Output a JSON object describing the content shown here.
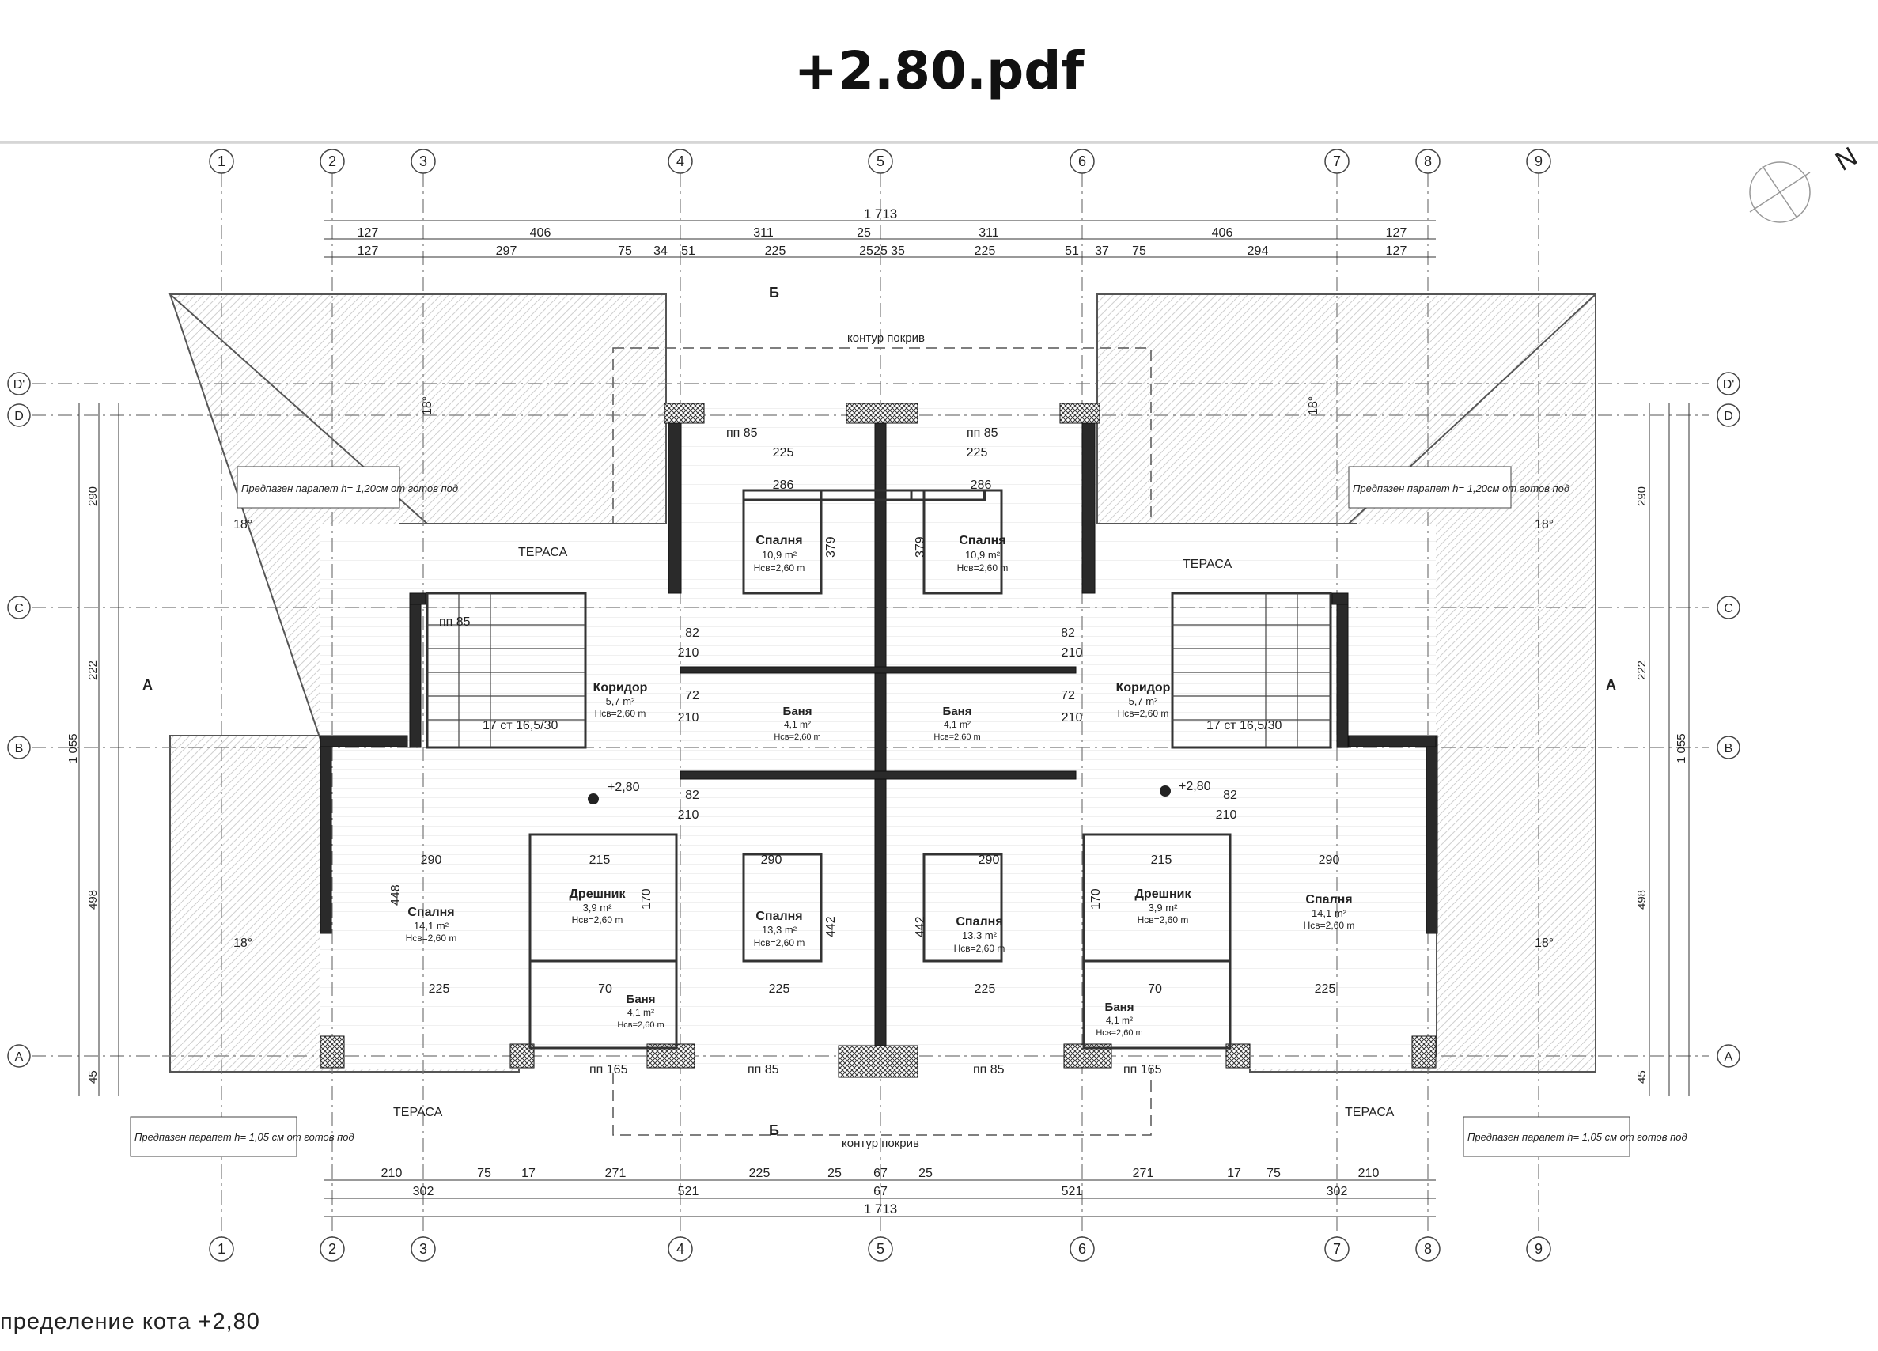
{
  "viewer": {
    "title": "+2.80.pdf"
  },
  "plan": {
    "caption": "пределение кота +2,80",
    "grid_columns": [
      "1",
      "2",
      "3",
      "4",
      "5",
      "6",
      "7",
      "8",
      "9"
    ],
    "grid_rows": [
      "D'",
      "D",
      "C",
      "B",
      "A"
    ],
    "overall_width": "1 713",
    "top_chain_1": [
      "127",
      "406",
      "311",
      "25",
      "311",
      "406",
      "127"
    ],
    "top_chain_2": [
      "127",
      "297",
      "75",
      "34",
      "51",
      "225",
      "25",
      "25",
      "35",
      "225",
      "51",
      "37",
      "75",
      "294",
      "127"
    ],
    "bottom_chain_1": [
      "210",
      "75",
      "17",
      "271",
      "225",
      "25",
      "67",
      "25",
      "271",
      "17",
      "75",
      "210"
    ],
    "bottom_chain_2": [
      "302",
      "521",
      "67",
      "521",
      "302"
    ],
    "left_vertical": [
      "290",
      "222",
      "498",
      "45"
    ],
    "overall_height": "1 055",
    "section_labels": {
      "a": "A",
      "b": "Б"
    },
    "roof_outline": "контур покрив",
    "roof_slope": "18°",
    "level_mark": "+2,80",
    "parapet_upper": "Предпазен парапет h= 1,20см от готов под",
    "parapet_lower": "Предпазен парапет h= 1,05 см от готов под",
    "rooms": [
      {
        "name": "Спалня",
        "area": "10,9 m²",
        "height": "Нсв=2,60 m"
      },
      {
        "name": "Спалня",
        "area": "10,9 m²",
        "height": "Нсв=2,60 m"
      },
      {
        "name": "Коридор",
        "area": "5,7 m²",
        "height": "Нсв=2,60 m"
      },
      {
        "name": "Коридор",
        "area": "5,7 m²",
        "height": "Нсв=2,60 m"
      },
      {
        "name": "Баня",
        "area": "4,1 m²",
        "height": "Нсв=2,60 m"
      },
      {
        "name": "Баня",
        "area": "4,1 m²",
        "height": "Нсв=2,60 m"
      },
      {
        "name": "Дрешник",
        "area": "3,9 m²",
        "height": "Нсв=2,60 m"
      },
      {
        "name": "Дрешник",
        "area": "3,9 m²",
        "height": "Нсв=2,60 m"
      },
      {
        "name": "Спалня",
        "area": "14,1 m²",
        "height": "Нсв=2,60 m"
      },
      {
        "name": "Спалня",
        "area": "14,1 m²",
        "height": "Нсв=2,60 m"
      },
      {
        "name": "Спалня",
        "area": "13,3 m²",
        "height": "Нсв=2,60 m"
      },
      {
        "name": "Спалня",
        "area": "13,3 m²",
        "height": "Нсв=2,60 m"
      },
      {
        "name": "Баня",
        "area": "4,1 m²",
        "height": "Нсв=2,60 m"
      },
      {
        "name": "Баня",
        "area": "4,1 m²",
        "height": "Нсв=2,60 m"
      }
    ],
    "terraces": [
      "ТЕРАСА",
      "ТЕРАСА",
      "ТЕРАСА",
      "ТЕРАСА"
    ],
    "stairs": "17 ст 16,5/30",
    "sill_labels": [
      "пп 85",
      "пп 85",
      "пп 85",
      "пп 85",
      "пп 85",
      "пп 165",
      "пп 165"
    ],
    "door_sizes": [
      "82",
      "210",
      "72",
      "210",
      "82",
      "210"
    ],
    "wall_dims": [
      "225",
      "286",
      "379",
      "290",
      "215",
      "448",
      "442",
      "170",
      "225",
      "70"
    ]
  }
}
